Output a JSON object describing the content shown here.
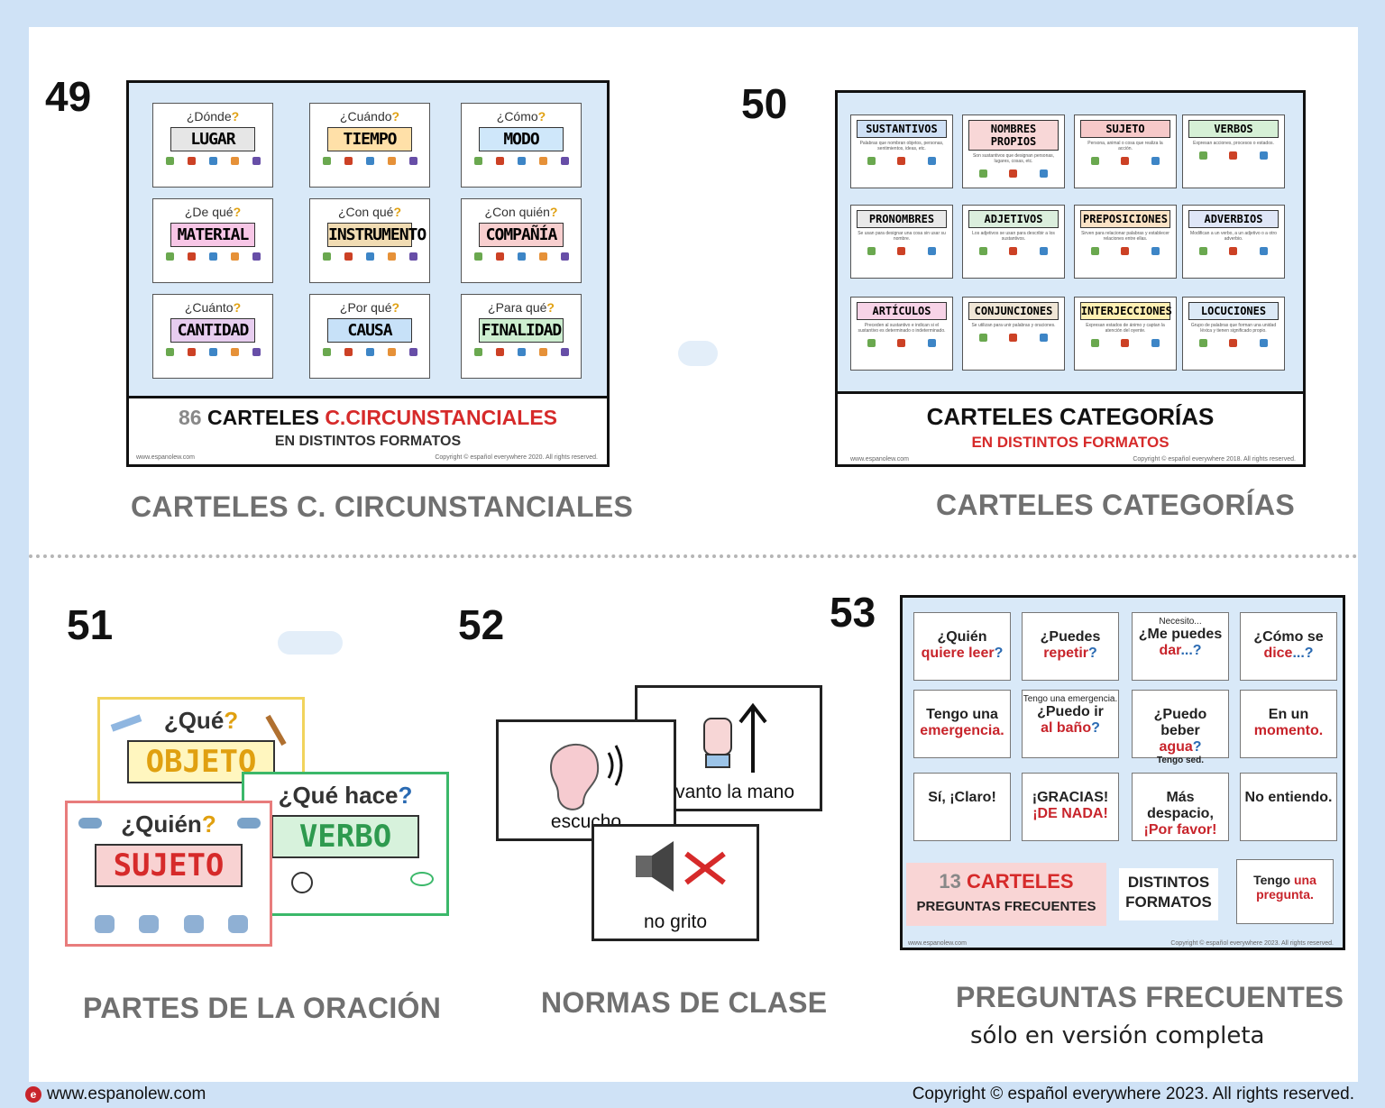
{
  "footer": {
    "website": "www.espanolew.com",
    "copyright": "Copyright © español everywhere 2023. All rights reserved."
  },
  "p49": {
    "number": "49",
    "caption": "CARTELES C. CIRCUNSTANCIALES",
    "title_count": "86",
    "title_word": "CARTELES",
    "title_red": "C.CIRCUNSTANCIALES",
    "subtitle": "EN DISTINTOS FORMATOS",
    "cards": [
      {
        "q": "¿Dónde",
        "mark": "?",
        "label": "LUGAR",
        "color": "#e6e6e6"
      },
      {
        "q": "¿Cuándo",
        "mark": "?",
        "label": "TIEMPO",
        "color": "#ffe0a8"
      },
      {
        "q": "¿Cómo",
        "mark": "?",
        "label": "MODO",
        "color": "#cfe7fa"
      },
      {
        "q": "¿De qué",
        "mark": "?",
        "label": "MATERIAL",
        "color": "#f7c6e6"
      },
      {
        "q": "¿Con qué",
        "mark": "?",
        "label": "INSTRUMENTO",
        "color": "#f1dcb3"
      },
      {
        "q": "¿Con quién",
        "mark": "?",
        "label": "COMPAÑÍA",
        "color": "#f8cfcf"
      },
      {
        "q": "¿Cuánto",
        "mark": "?",
        "label": "CANTIDAD",
        "color": "#e7cdef"
      },
      {
        "q": "¿Por qué",
        "mark": "?",
        "label": "CAUSA",
        "color": "#c7e1f8"
      },
      {
        "q": "¿Para qué",
        "mark": "?",
        "label": "FINALIDAD",
        "color": "#cdeed0"
      }
    ],
    "site": "www.espanolew.com",
    "copy": "Copyright © español everywhere 2020. All rights reserved."
  },
  "p50": {
    "number": "50",
    "caption": "CARTELES CATEGORÍAS",
    "title": "CARTELES CATEGORÍAS",
    "subtitle": "EN DISTINTOS FORMATOS",
    "cards": [
      {
        "label": "SUSTANTIVOS",
        "color": "#cfe0f5",
        "desc": "Palabras que nombran objetos, personas, sentimientos, ideas, etc."
      },
      {
        "label": "NOMBRES PROPIOS",
        "color": "#f8d7d7",
        "desc": "Son sustantivos que designan personas, lugares, cosas, etc."
      },
      {
        "label": "SUJETO",
        "color": "#f6c9c9",
        "desc": "Persona, animal o cosa que realiza la acción."
      },
      {
        "label": "VERBOS",
        "color": "#d6f0d6",
        "desc": "Expresan acciones, procesos o estados."
      },
      {
        "label": "PRONOMBRES",
        "color": "#e9e9e9",
        "desc": "Se usan para designar una cosa sin usar su nombre."
      },
      {
        "label": "ADJETIVOS",
        "color": "#dbeedd",
        "desc": "Los adjetivos se usan para describir a los sustantivos."
      },
      {
        "label": "PREPOSICIONES",
        "color": "#fbe3c6",
        "desc": "Sirven para relacionar palabras y establecer relaciones entre ellas."
      },
      {
        "label": "ADVERBIOS",
        "color": "#dfe6f7",
        "desc": "Modifican a un verbo, a un adjetivo o a otro adverbio."
      },
      {
        "label": "ARTÍCULOS",
        "color": "#f7d3e7",
        "desc": "Preceden al sustantivo e indican si el sustantivo es determinado o indeterminado."
      },
      {
        "label": "CONJUNCIONES",
        "color": "#f0e6d6",
        "desc": "Se utilizan para unir palabras y oraciones."
      },
      {
        "label": "INTERJECCIONES",
        "color": "#fff0b3",
        "desc": "Expresan estados de ánimo y captan la atención del oyente."
      },
      {
        "label": "LOCUCIONES",
        "color": "#dce9f6",
        "desc": "Grupo de palabras que forman una unidad léxica y tienen significado propio."
      }
    ],
    "site": "www.espanolew.com",
    "copy": "Copyright © español everywhere 2018. All rights reserved."
  },
  "p51": {
    "number": "51",
    "caption": "PARTES DE LA ORACIÓN",
    "cards": [
      {
        "q": "¿Qué",
        "mark": "?",
        "label": "OBJETO"
      },
      {
        "q": "¿Qué hace",
        "mark": "?",
        "label": "VERBO"
      },
      {
        "q": "¿Quién",
        "mark": "?",
        "label": "SUJETO"
      }
    ]
  },
  "p52": {
    "number": "52",
    "caption": "NORMAS DE CLASE",
    "cards": [
      "levanto la mano",
      "escucho",
      "no grito"
    ]
  },
  "p53": {
    "number": "53",
    "caption": "PREGUNTAS FRECUENTES",
    "note": "sólo en versión completa",
    "cards": [
      {
        "a": "¿Quién",
        "b": "quiere leer",
        "c": "?"
      },
      {
        "a": "¿Puedes",
        "b": "repetir",
        "c": "?"
      },
      {
        "top": "Necesito...",
        "a": "¿Me puedes",
        "b": "dar",
        "c": "...?"
      },
      {
        "a": "¿Cómo se",
        "b": "dice",
        "c": "...?"
      },
      {
        "a": "Tengo una",
        "b": "emergencia."
      },
      {
        "top": "Tengo una emergencia.",
        "a": "¿Puedo ir",
        "b": "al baño",
        "c": "?"
      },
      {
        "a": "¿Puedo beber",
        "b": "agua",
        "c": "?",
        "bottom": "Tengo sed."
      },
      {
        "a": "En un",
        "b": "momento."
      },
      {
        "a": "Sí, ¡Claro!"
      },
      {
        "a": "¡GRACIAS!",
        "b": "¡DE NADA!"
      },
      {
        "a": "Más despacio,",
        "b": "¡Por favor!"
      },
      {
        "a": "No entiendo."
      }
    ],
    "count": "13",
    "count_word": "CARTELES",
    "count_sub": "PREGUNTAS FRECUENTES",
    "formats1": "DISTINTOS",
    "formats2": "FORMATOS",
    "last_a": "Tengo",
    "last_b": "una",
    "last_c": "pregunta.",
    "site": "www.espanolew.com",
    "copy": "Copyright © español everywhere 2023. All rights reserved."
  }
}
